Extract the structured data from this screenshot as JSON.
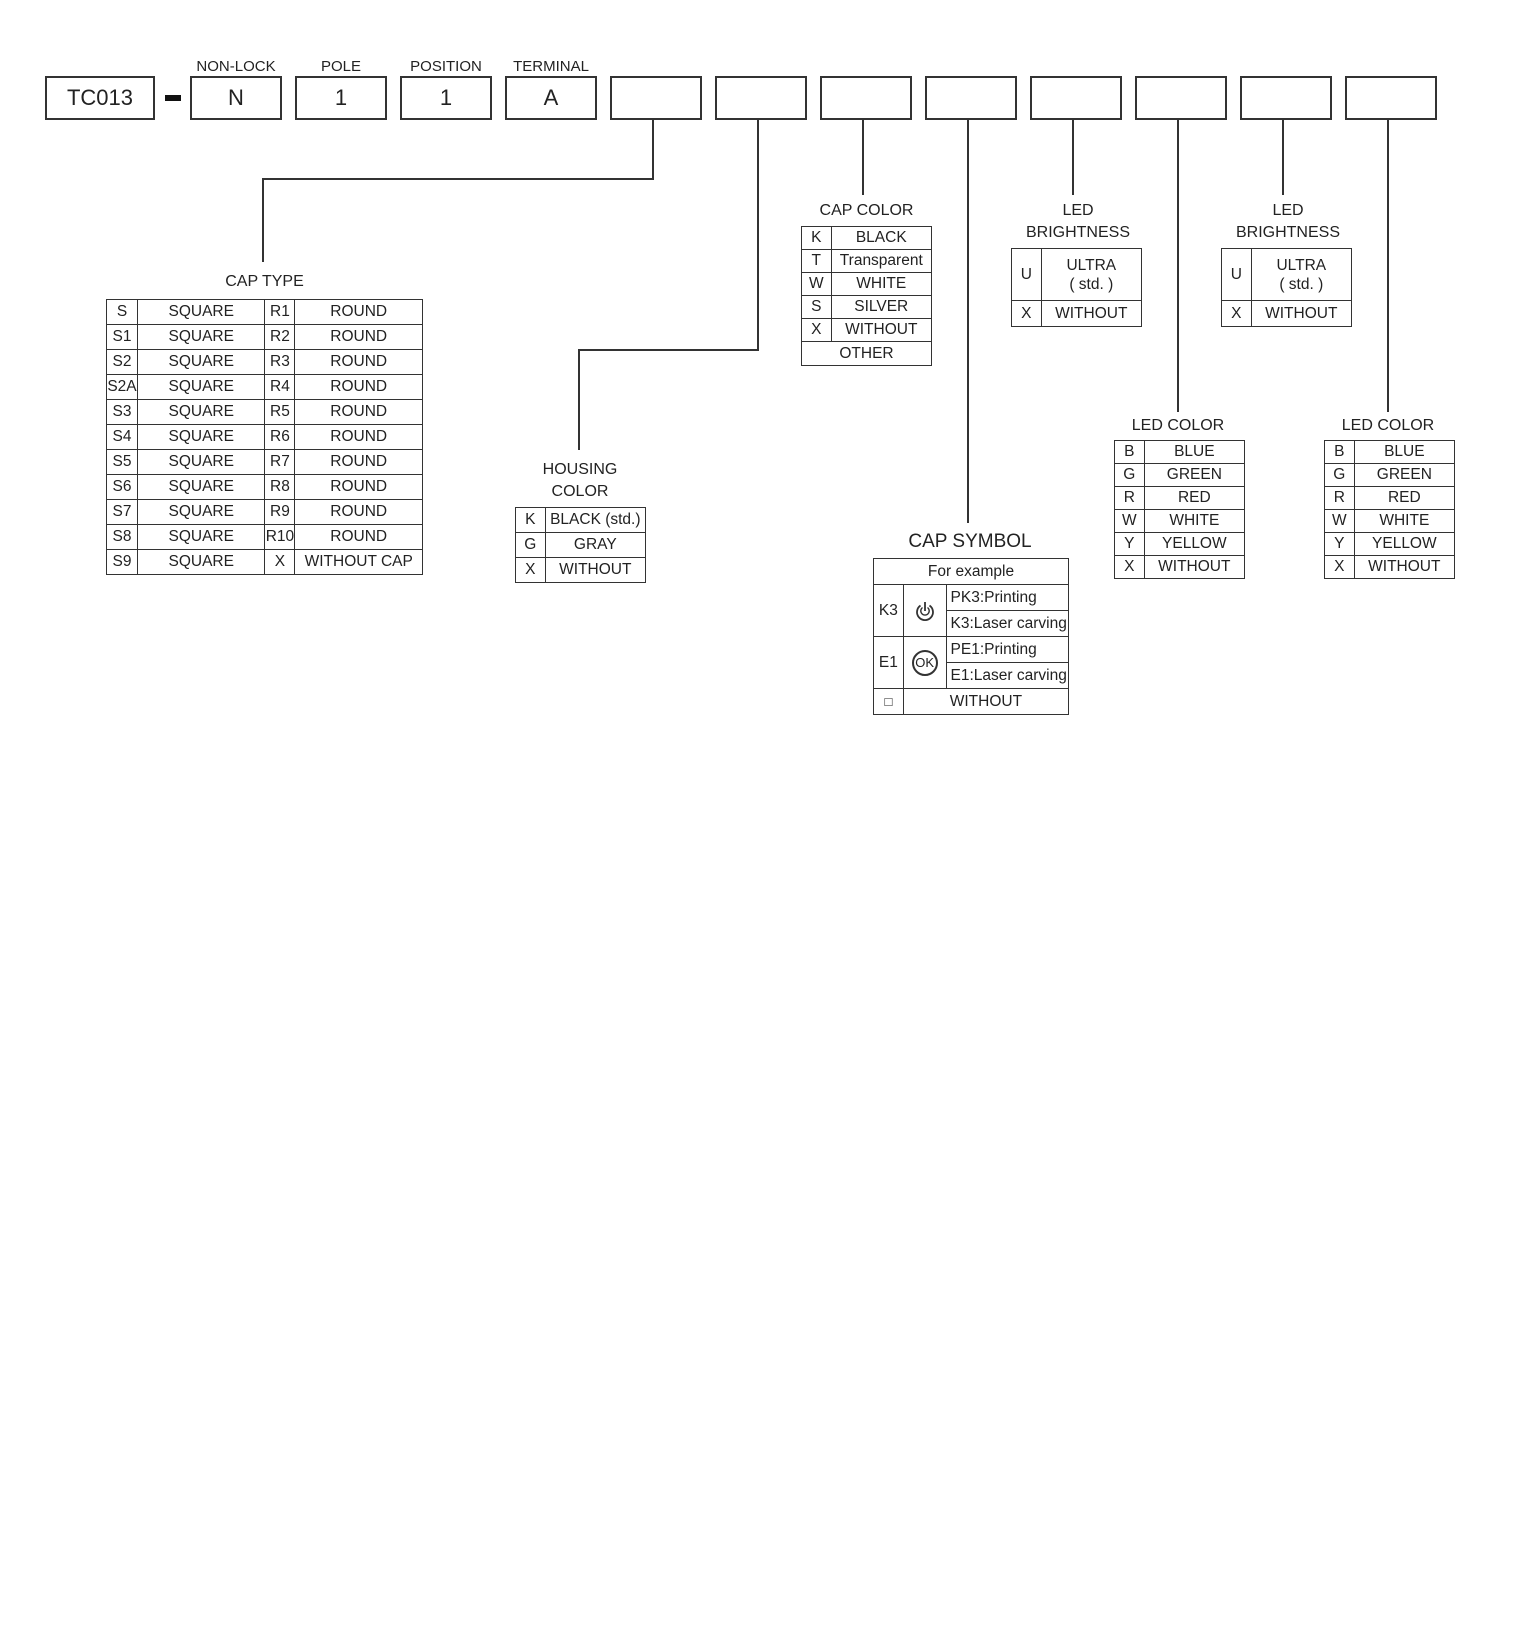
{
  "code": {
    "prefix": "TC013",
    "fields": [
      {
        "label": "NON-LOCK",
        "value": "N"
      },
      {
        "label": "POLE",
        "value": "1"
      },
      {
        "label": "POSITION",
        "value": "1"
      },
      {
        "label": "TERMINAL",
        "value": "A"
      }
    ]
  },
  "cap_type": {
    "title": "CAP  TYPE",
    "rows": [
      [
        "S",
        "SQUARE",
        "R1",
        "ROUND"
      ],
      [
        "S1",
        "SQUARE",
        "R2",
        "ROUND"
      ],
      [
        "S2",
        "SQUARE",
        "R3",
        "ROUND"
      ],
      [
        "S2A",
        "SQUARE",
        "R4",
        "ROUND"
      ],
      [
        "S3",
        "SQUARE",
        "R5",
        "ROUND"
      ],
      [
        "S4",
        "SQUARE",
        "R6",
        "ROUND"
      ],
      [
        "S5",
        "SQUARE",
        "R7",
        "ROUND"
      ],
      [
        "S6",
        "SQUARE",
        "R8",
        "ROUND"
      ],
      [
        "S7",
        "SQUARE",
        "R9",
        "ROUND"
      ],
      [
        "S8",
        "SQUARE",
        "R10",
        "ROUND"
      ],
      [
        "S9",
        "SQUARE",
        "X",
        "WITHOUT CAP"
      ]
    ]
  },
  "housing_color": {
    "title_line1": "HOUSING",
    "title_line2": "COLOR",
    "rows": [
      [
        "K",
        "BLACK (std.)"
      ],
      [
        "G",
        "GRAY"
      ],
      [
        "X",
        "WITHOUT"
      ]
    ]
  },
  "cap_color": {
    "title": "CAP  COLOR",
    "rows": [
      [
        "K",
        "BLACK"
      ],
      [
        "T",
        "Transparent"
      ],
      [
        "W",
        "WHITE"
      ],
      [
        "S",
        "SILVER"
      ],
      [
        "X",
        "WITHOUT"
      ]
    ],
    "other": "OTHER"
  },
  "cap_symbol": {
    "title": "CAP SYMBOL",
    "subtitle": "For example",
    "k3_code": "K3",
    "k3_print": "PK3:Printing",
    "k3_laser": "K3:Laser carving",
    "e1_code": "E1",
    "e1_icon_text": "OK",
    "e1_print": "PE1:Printing",
    "e1_laser": "E1:Laser carving",
    "without_code": "□",
    "without": "WITHOUT"
  },
  "led_brightness_1": {
    "title_line1": "LED",
    "title_line2": "BRIGHTNESS",
    "u_code": "U",
    "u_line1": "ULTRA",
    "u_line2": "( std. )",
    "x_code": "X",
    "x_text": "WITHOUT"
  },
  "led_brightness_2": {
    "title_line1": "LED",
    "title_line2": "BRIGHTNESS",
    "u_code": "U",
    "u_line1": "ULTRA",
    "u_line2": "( std. )",
    "x_code": "X",
    "x_text": "WITHOUT"
  },
  "led_color_1": {
    "title": "LED  COLOR",
    "rows": [
      [
        "B",
        "BLUE"
      ],
      [
        "G",
        "GREEN"
      ],
      [
        "R",
        "RED"
      ],
      [
        "W",
        "WHITE"
      ],
      [
        "Y",
        "YELLOW"
      ],
      [
        "X",
        "WITHOUT"
      ]
    ]
  },
  "led_color_2": {
    "title": "LED  COLOR",
    "rows": [
      [
        "B",
        "BLUE"
      ],
      [
        "G",
        "GREEN"
      ],
      [
        "R",
        "RED"
      ],
      [
        "W",
        "WHITE"
      ],
      [
        "Y",
        "YELLOW"
      ],
      [
        "X",
        "WITHOUT"
      ]
    ]
  }
}
